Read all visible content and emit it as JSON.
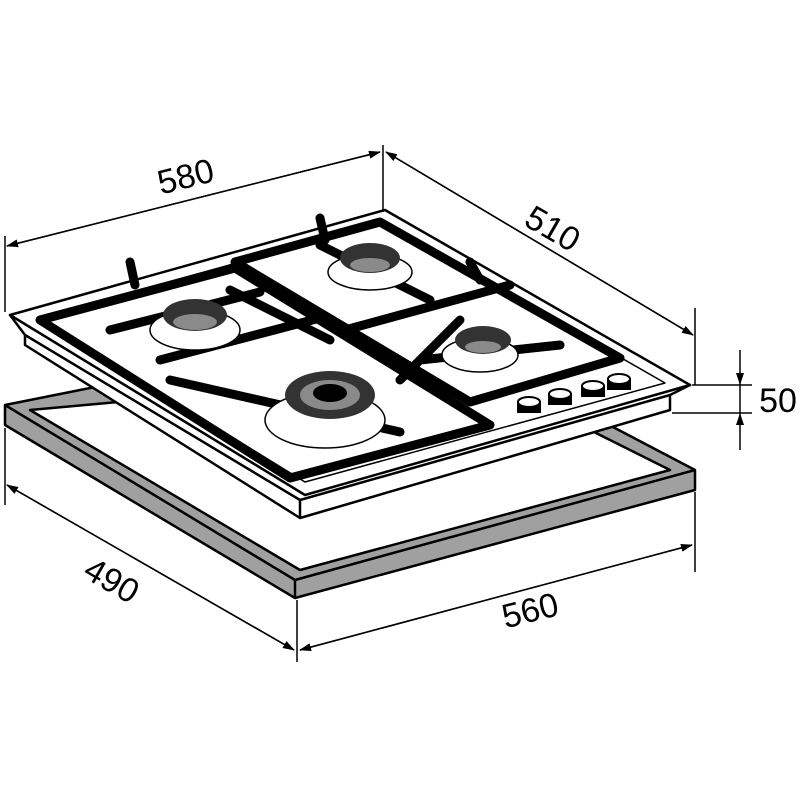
{
  "title": "Gas hob dimension drawing",
  "dimensions": {
    "width_top": "580",
    "depth_top": "510",
    "height": "50",
    "cutout_depth": "490",
    "cutout_width": "560"
  },
  "colors": {
    "line": "#000000",
    "frame_gray": "#a0a0a0",
    "burner_dark": "#333333",
    "burner_mid": "#8a8a8a"
  },
  "burners": [
    "back-left",
    "back-right",
    "front-right",
    "front-left-wok"
  ],
  "knob_count": 4
}
